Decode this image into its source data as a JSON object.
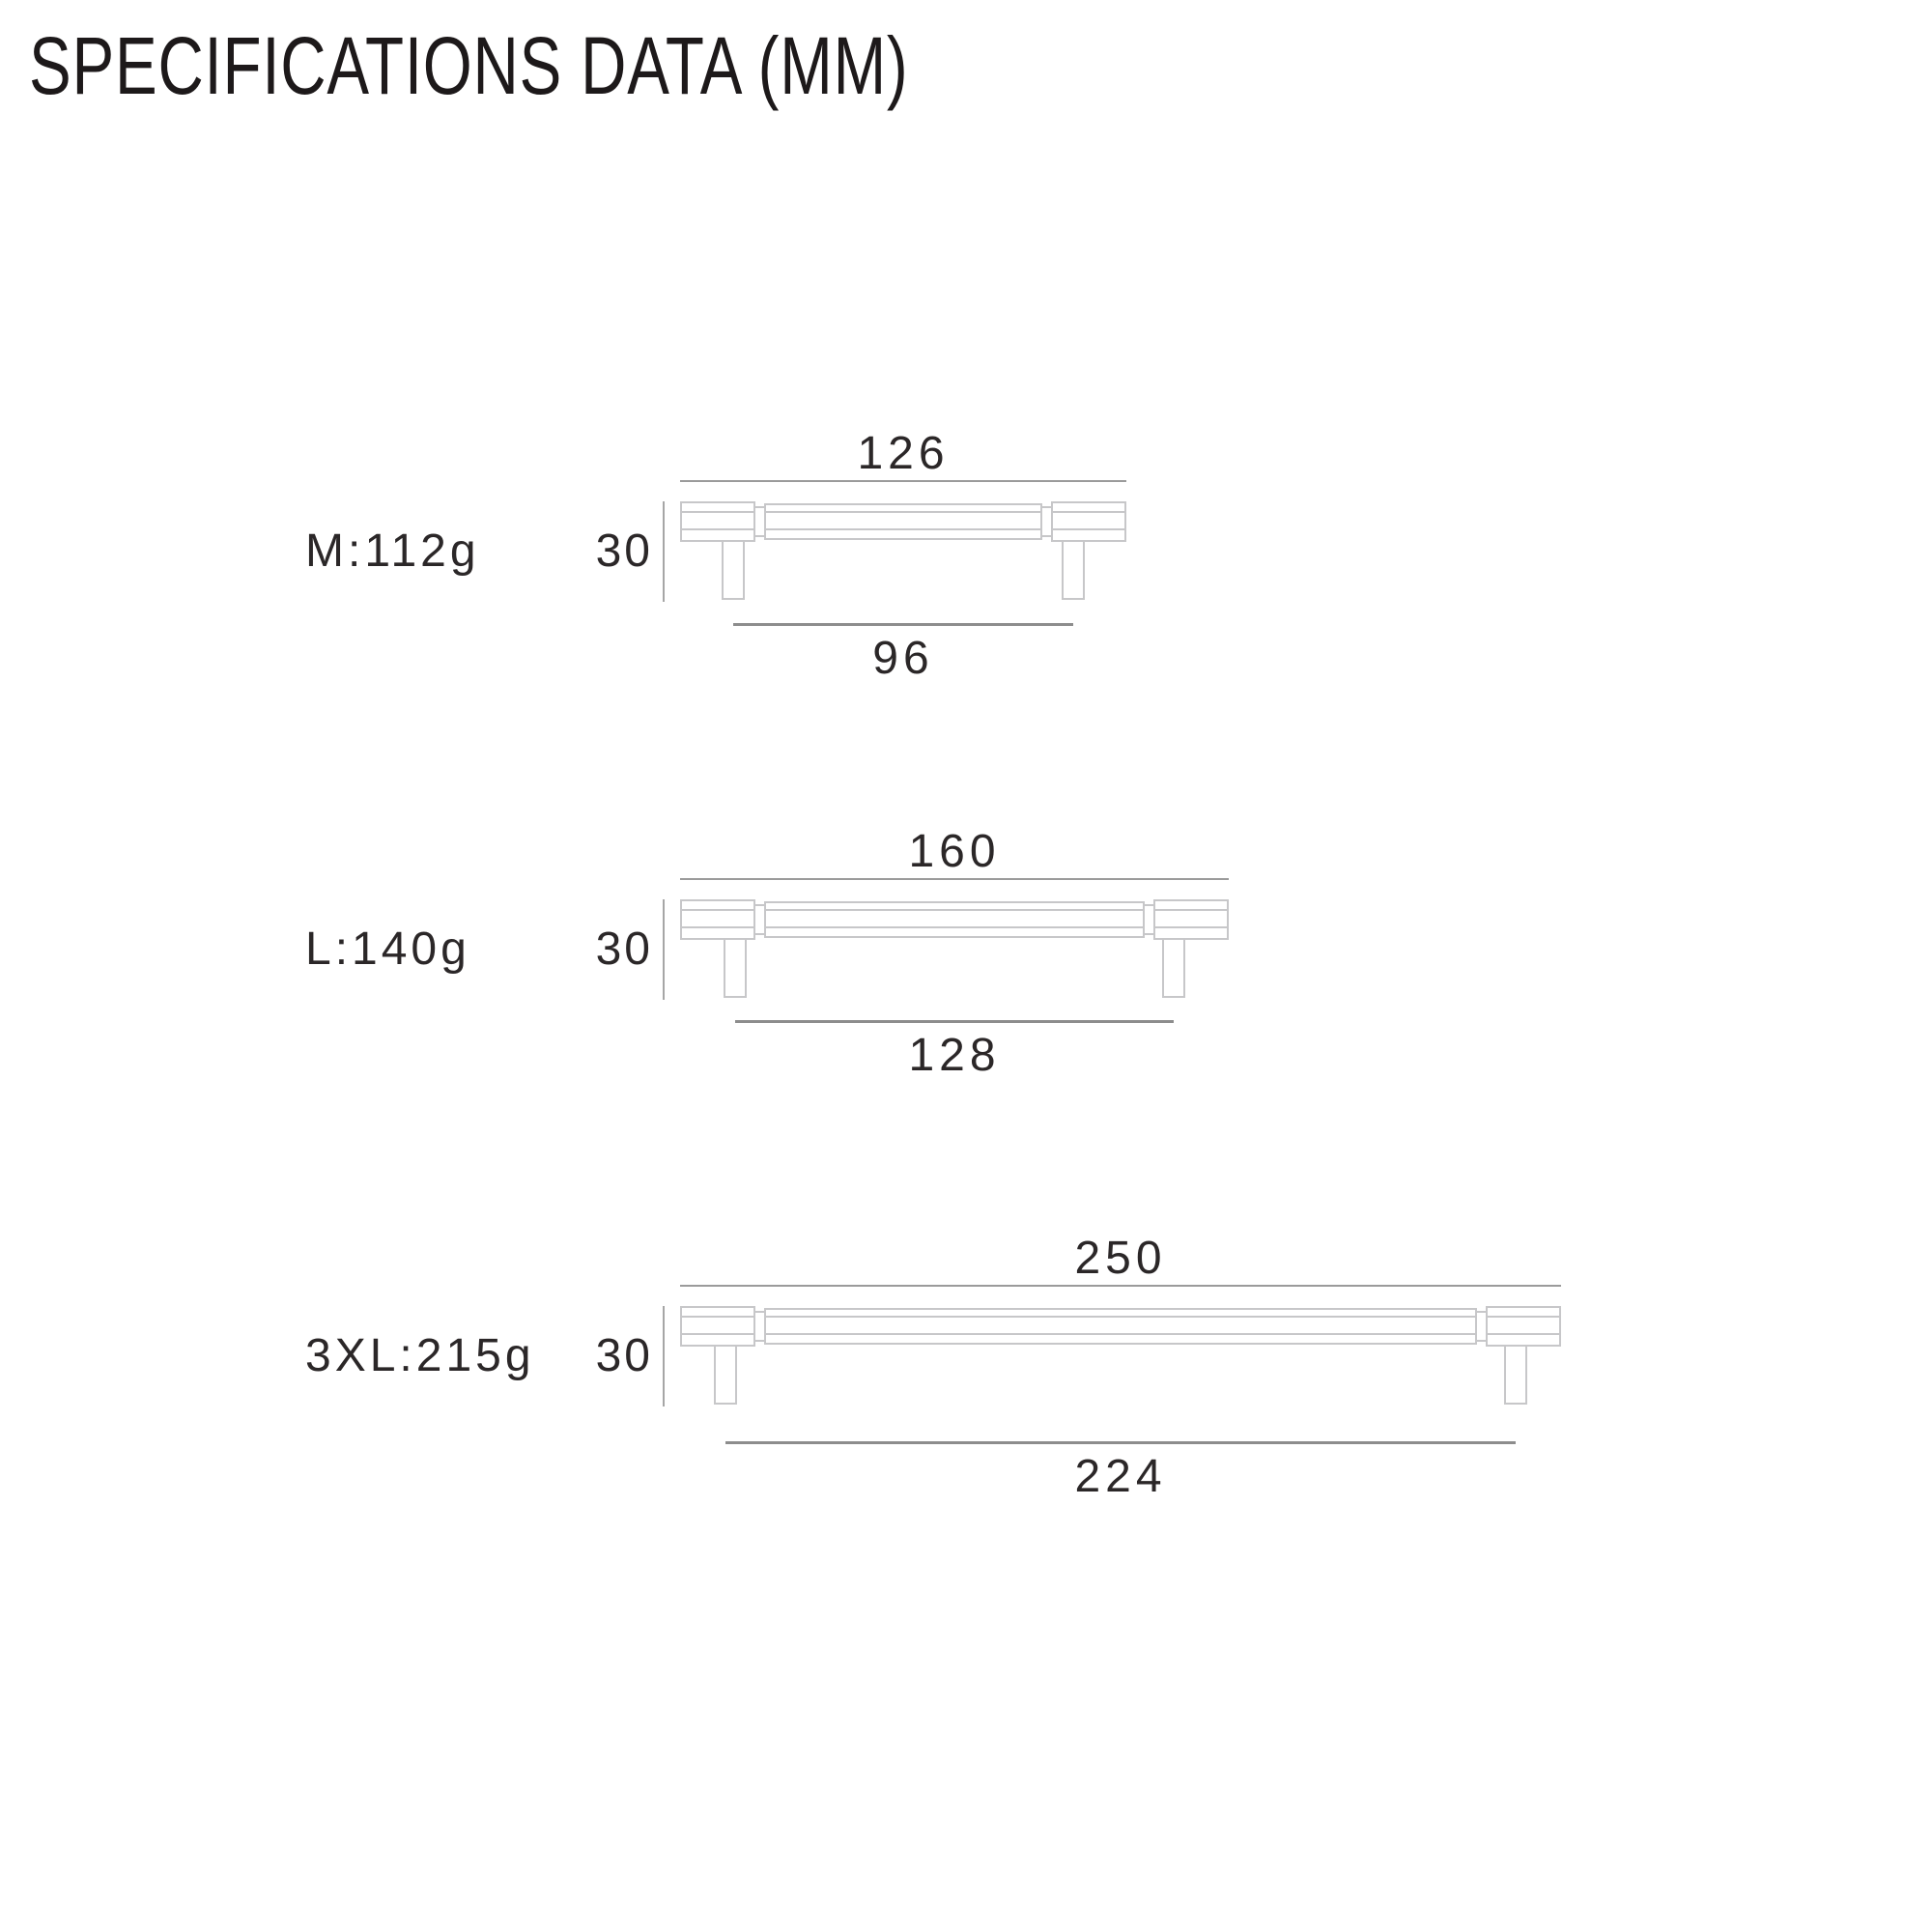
{
  "title": "SPECIFICATIONS DATA (MM)",
  "units": "MM",
  "colors": {
    "background": "#ffffff",
    "text": "#2b2728",
    "drawing_line": "#c7c7c9",
    "dimension_line": "#9b9b9b"
  },
  "figures": [
    {
      "name": "handle-m",
      "label": "M:112g",
      "size": "M",
      "weight": "112g",
      "overall_length": "126",
      "height": "30",
      "hole_spacing": "96"
    },
    {
      "name": "handle-l",
      "label": "L:140g",
      "size": "L",
      "weight": "140g",
      "overall_length": "160",
      "height": "30",
      "hole_spacing": "128"
    },
    {
      "name": "handle-3xl",
      "label": "3XL:215g",
      "size": "3XL",
      "weight": "215g",
      "overall_length": "250",
      "height": "30",
      "hole_spacing": "224"
    }
  ]
}
